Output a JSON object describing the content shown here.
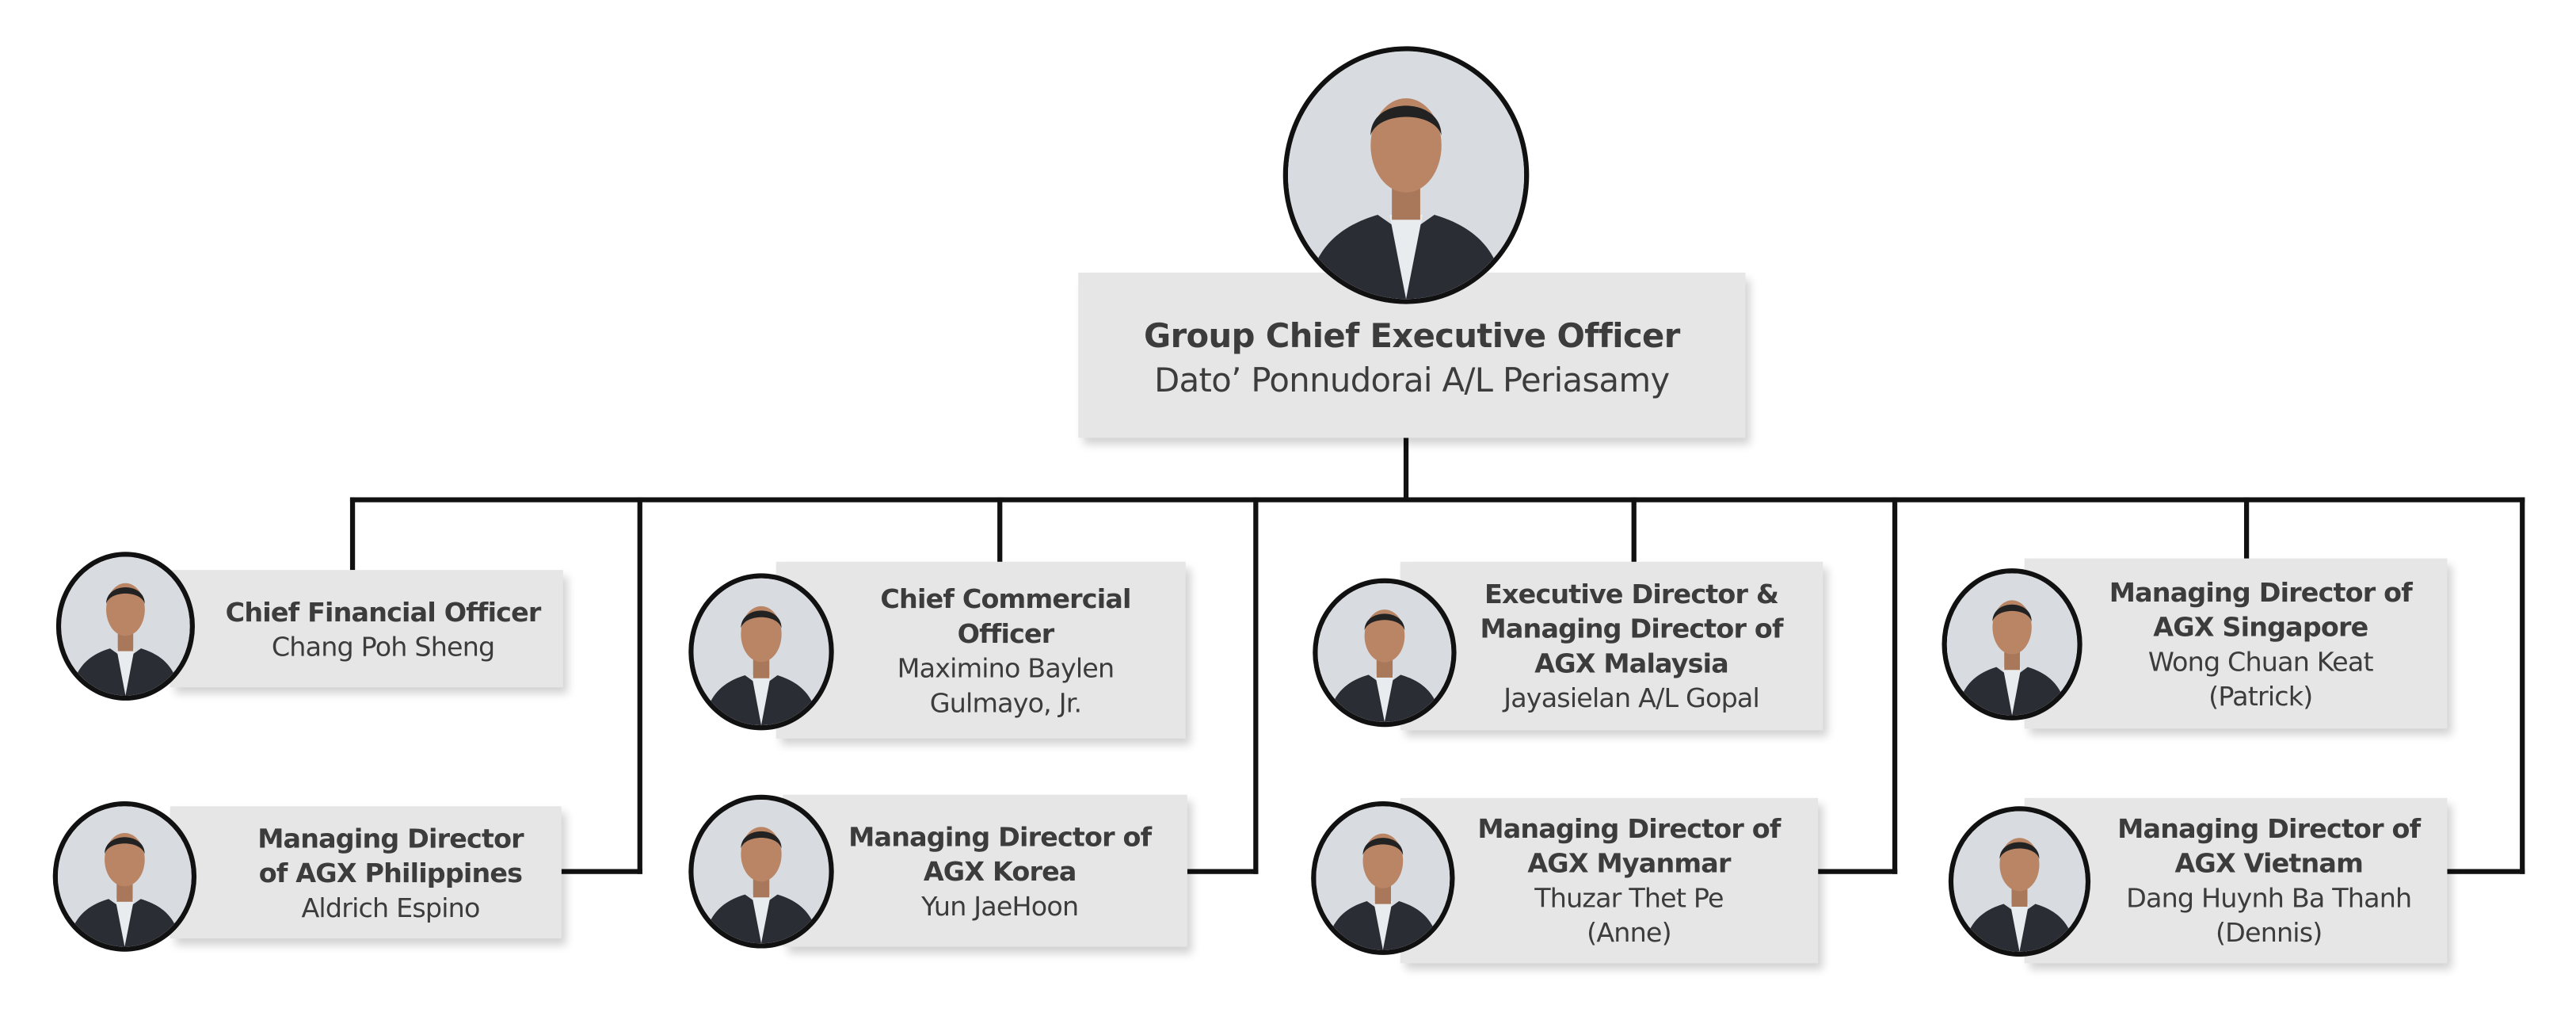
{
  "ceo": {
    "title": "Group Chief Executive Officer",
    "name": "Dato’ Ponnudorai A/L Periasamy"
  },
  "nodes": [
    {
      "title": "Chief Financial Officer",
      "name": "Chang Poh Sheng"
    },
    {
      "title": "Managing Director of AGX Philippines",
      "name": "Aldrich Espino"
    },
    {
      "title": "Chief Commercial Officer",
      "name": "Maximino Baylen Gulmayo, Jr."
    },
    {
      "title": "Managing Director of AGX Korea",
      "name": "Yun JaeHoon"
    },
    {
      "title": "Executive Director & Managing Director of AGX Malaysia",
      "name": "Jayasielan A/L Gopal"
    },
    {
      "title": "Managing Director of AGX Myanmar",
      "name": "Thuzar Thet Pe (Anne)"
    },
    {
      "title": "Managing Director of AGX Singapore",
      "name": "Wong Chuan Keat (Patrick)"
    },
    {
      "title": "Managing Director of AGX Vietnam",
      "name": "Dang Huynh Ba Thanh (Dennis)"
    }
  ],
  "colors": {
    "box": "#e6e6e6",
    "line": "#111111",
    "text": "#3c3c3c"
  }
}
